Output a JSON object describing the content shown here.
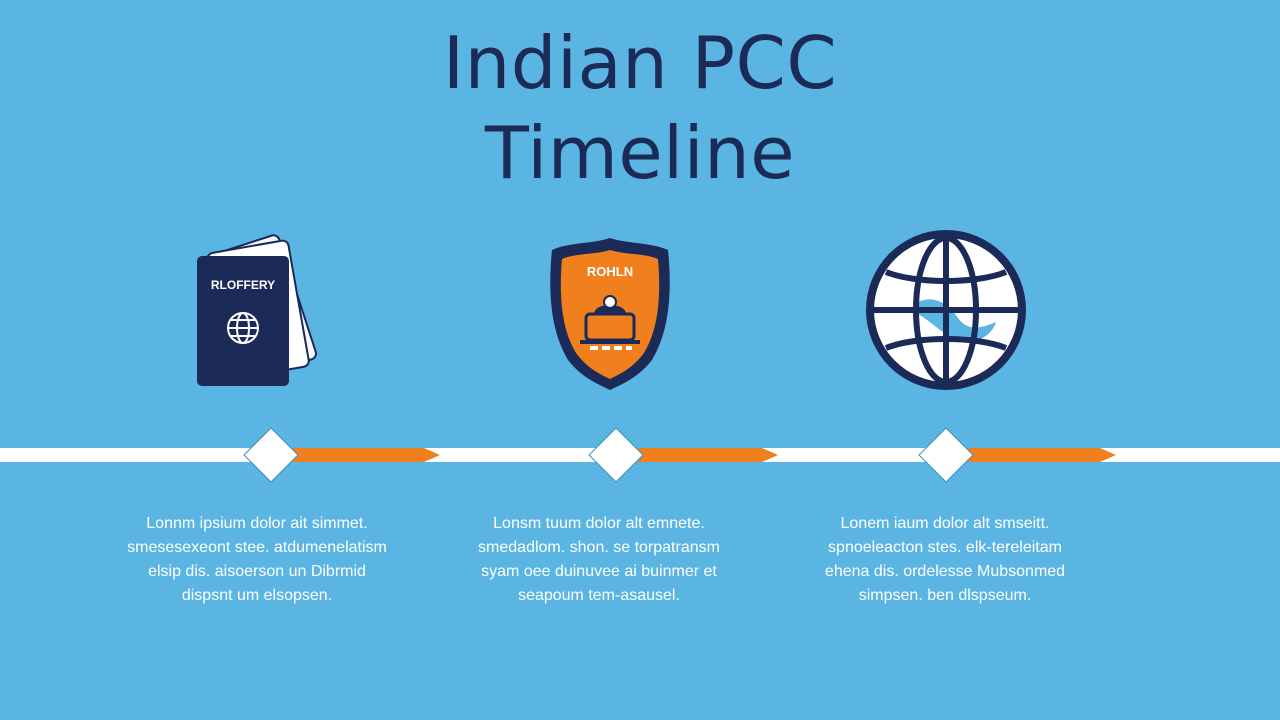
{
  "title": {
    "line1": "Indian PCC",
    "line2": "Timeline"
  },
  "icons": {
    "passport": {
      "name": "passport-icon",
      "label": "RLOFFERY"
    },
    "badge": {
      "name": "police-badge-icon",
      "label": "ROHLN"
    },
    "globe": {
      "name": "globe-icon"
    }
  },
  "colors": {
    "background": "#5bb5e2",
    "title": "#1b2a57",
    "navy": "#1b2a57",
    "orange": "#f07f1e",
    "white": "#ffffff"
  },
  "timeline": {
    "milestones": 3
  },
  "descriptions": [
    {
      "lines": [
        "Lonnm ipsium dolor ait simmet.",
        "smesesexeont stee. atdumenelatism",
        "elsip dis. aisoerson un Dibrmid",
        "dispsnt um elsopsen."
      ]
    },
    {
      "lines": [
        "Lonsm tuum dolor alt emnete.",
        "smedadlom. shon. se torpatransm",
        "syam oee duinuvee ai buinmer et",
        "seapoum tem-asausel."
      ]
    },
    {
      "lines": [
        "Lonem iaum dolor alt smseitt.",
        "spnoeleacton stes. elk-tereleitam",
        "ehena dis. ordelesse Mubsonmed",
        "simpsen. ben dlspseum."
      ]
    }
  ]
}
